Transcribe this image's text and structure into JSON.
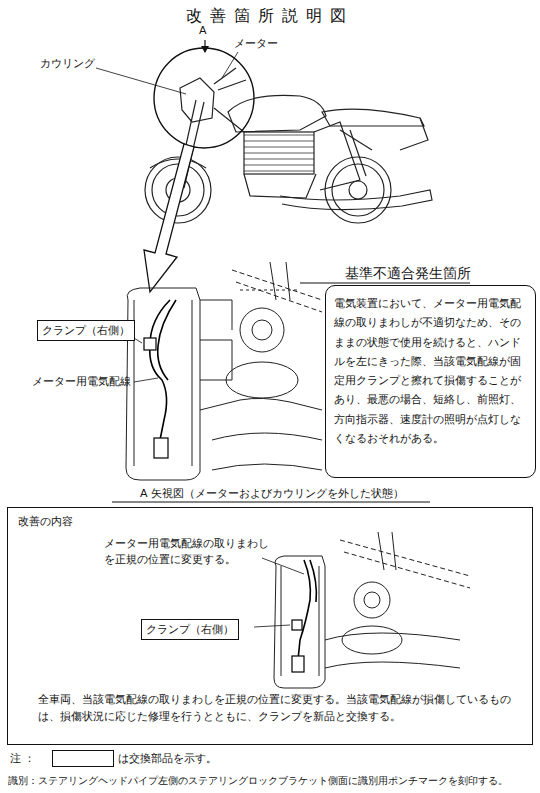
{
  "diagram": {
    "title": "改善箇所説明図",
    "nodes": [
      {
        "text": [
          "基準不適合発生箇所",
          "電気装置において、メーター用電気配線の取りまわしが不適切なため、そのままの状態で使用を続けると、ハンドルを左にきった際、当該電気配線が固定用クランプと擦れて損傷することがあり、最悪の場合、短絡し、前照灯、方向指示器、速度計の照明が点灯しなくなるおそれがある。"
        ]
      },
      {
        "text": [
          "クランプ（右側）"
        ]
      },
      {
        "text": [
          "改善の内容",
          "メーター用電気配線の取りまわしを正規の位置に変更する。",
          "全車両、当該電気配線の取りまわしを正規の位置に変更する。当該電気配線が損傷しているものは、損傷状況に応じた修理を行うとともに、クランプを新品と交換する。"
        ]
      },
      {
        "text": [
          "クランプ（右側）"
        ],
        "in": 2
      }
    ],
    "labels": [
      "A",
      "メーター",
      "カウリング",
      "メーター用電気配線",
      "A 矢視図（メーターおよびカウリングを外した状態）",
      "注 ：",
      "識別：ステアリングヘッドパイプ左側のステアリングロックブラケット側面に識別用ポンチマークを刻印する。"
    ],
    "legend": [
      {
        "text": "は交換部品を示す。"
      }
    ]
  }
}
